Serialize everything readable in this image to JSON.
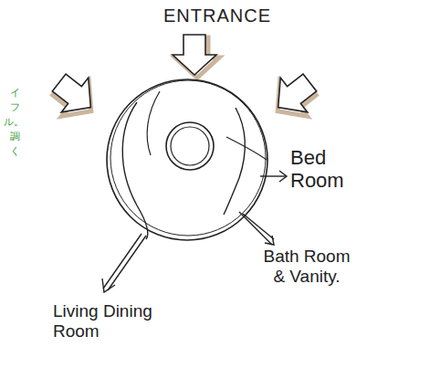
{
  "diagram": {
    "labels": [
      "ENTRANCE",
      "Bed Room",
      "Bath Room & Vanity.",
      "Living Dining Room",
      "イ",
      "フ",
      "ル。",
      "調",
      "く"
    ]
  }
}
